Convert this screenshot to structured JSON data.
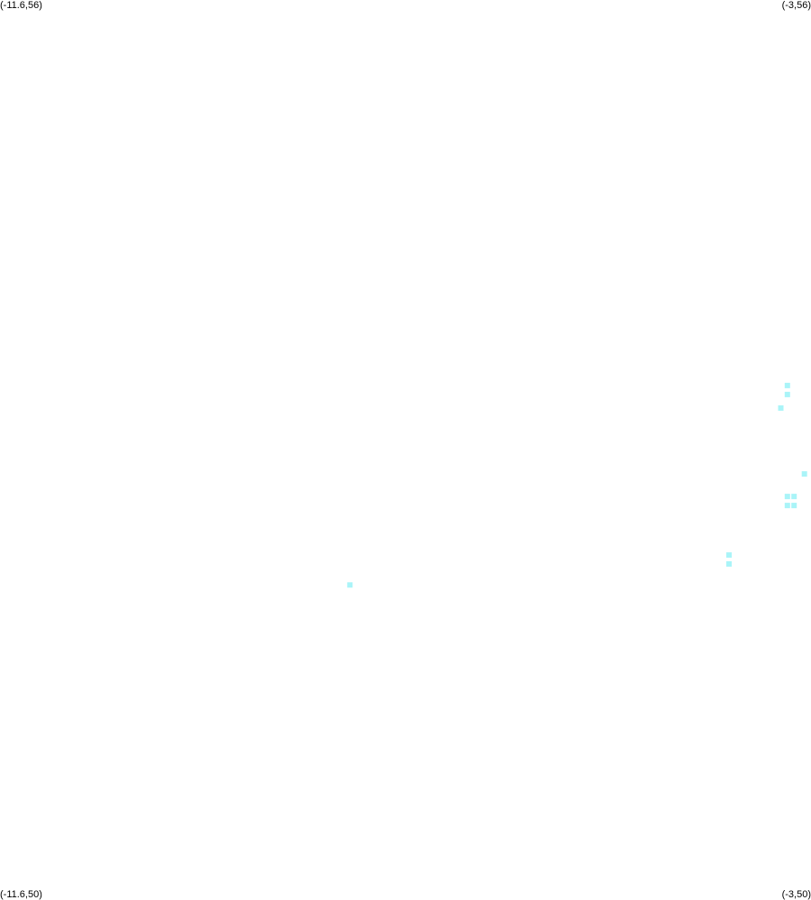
{
  "map": {
    "corners": {
      "top_left": "(-11.6,56)",
      "top_right": "(-3,56)",
      "bottom_left": "(-11.6,50)",
      "bottom_right": "(-3,50)"
    },
    "bounds": {
      "lon_min": -11.6,
      "lon_max": -3,
      "lat_min": 50,
      "lat_max": 56
    },
    "point_color": "#aaf4f8",
    "points": [
      {
        "lon": -3.25,
        "lat": 53.43
      },
      {
        "lon": -3.25,
        "lat": 53.37
      },
      {
        "lon": -3.32,
        "lat": 53.28
      },
      {
        "lon": -3.07,
        "lat": 52.84
      },
      {
        "lon": -3.25,
        "lat": 52.69
      },
      {
        "lon": -3.18,
        "lat": 52.69
      },
      {
        "lon": -3.25,
        "lat": 52.63
      },
      {
        "lon": -3.18,
        "lat": 52.63
      },
      {
        "lon": -3.87,
        "lat": 52.3
      },
      {
        "lon": -3.87,
        "lat": 52.24
      },
      {
        "lon": -7.89,
        "lat": 52.1
      }
    ]
  }
}
